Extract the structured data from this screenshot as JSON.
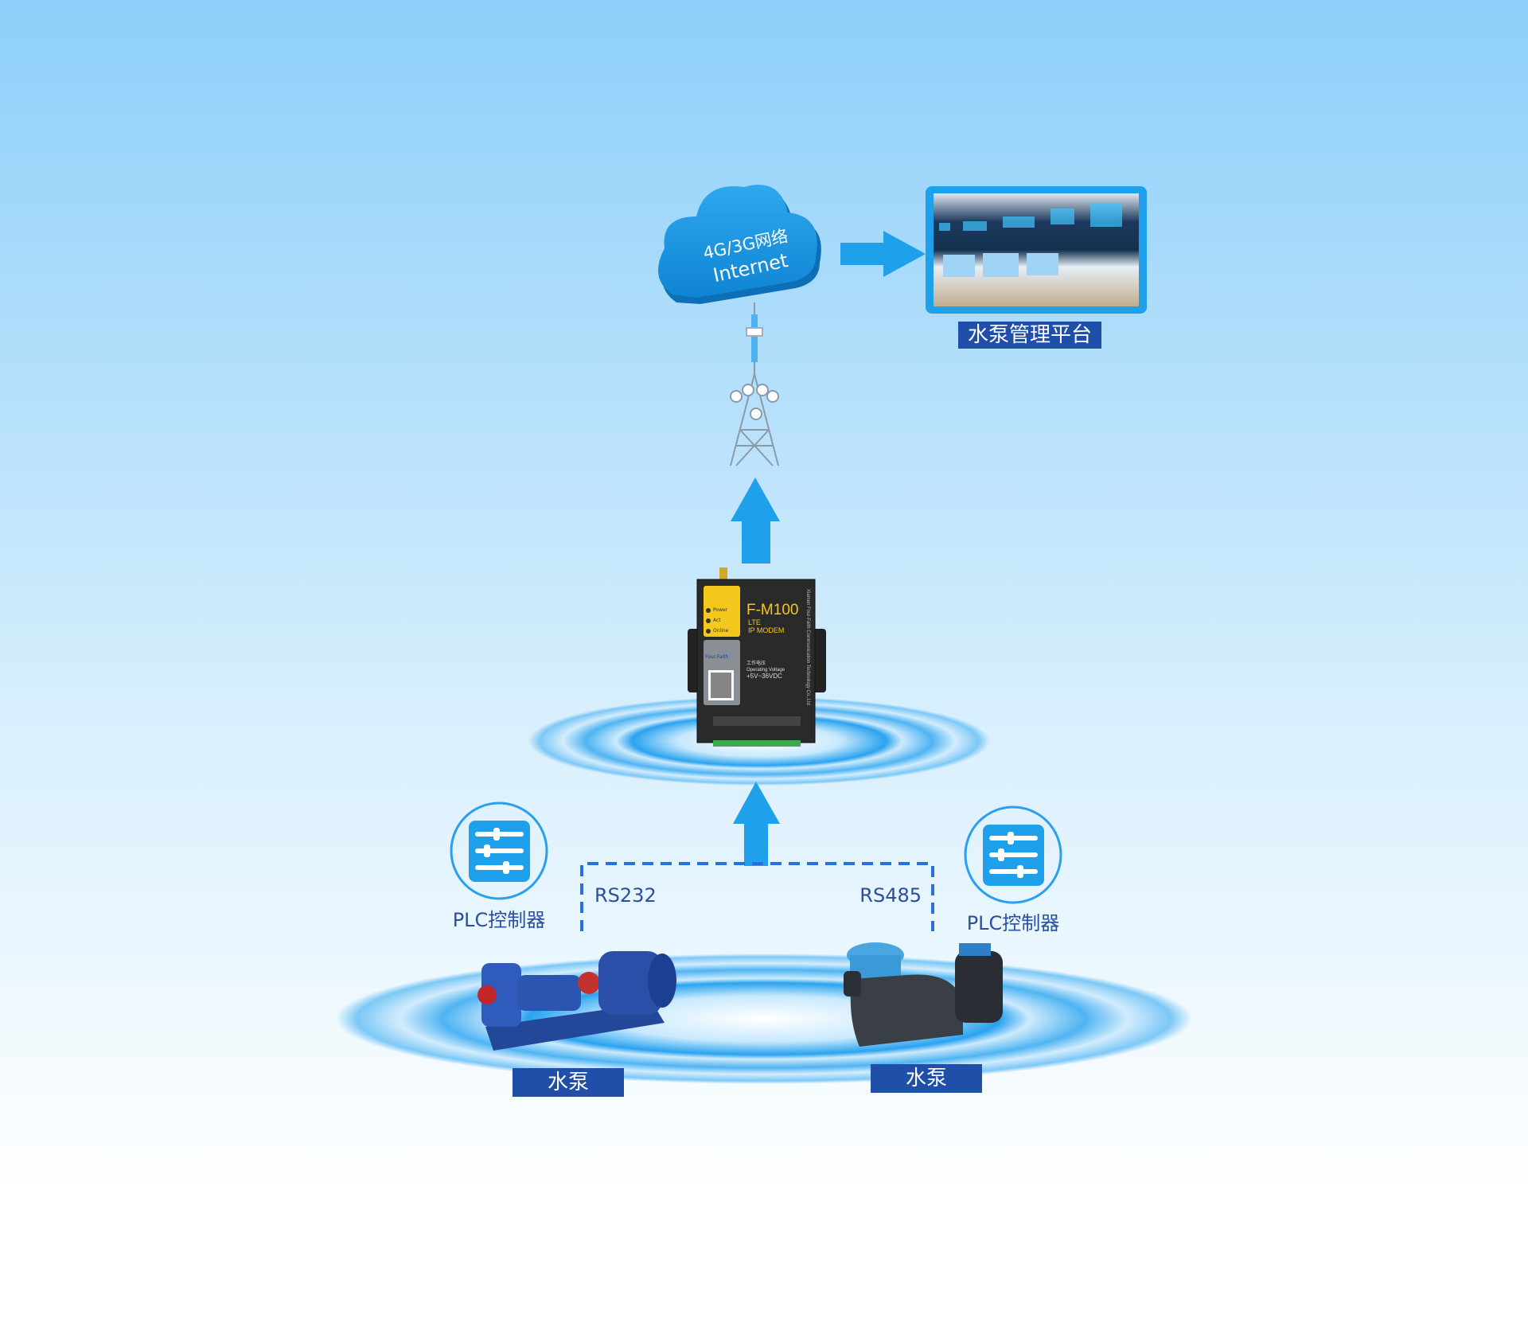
{
  "cloud": {
    "line1": "4G/3G网络",
    "line2": "Internet"
  },
  "platform": {
    "label": "水泵管理平台"
  },
  "modem": {
    "model": "F-M100",
    "type_line1": "LTE",
    "type_line2": "IP MODEM",
    "leds": [
      "Power",
      "Act",
      "Online"
    ],
    "brand": "Four-Faith",
    "voltage_cn": "工作电压",
    "voltage_en": "Operating Voltage",
    "voltage_value": "+5V~36VDC",
    "manufacturer": "Xiamen Four-Faith Communication Technology Co.,Ltd"
  },
  "links": {
    "left": "RS232",
    "right": "RS485"
  },
  "plc": {
    "left_label": "PLC控制器",
    "right_label": "PLC控制器"
  },
  "pumps": {
    "left_label": "水泵",
    "right_label": "水泵"
  },
  "colors": {
    "arrow": "#1ea0ea",
    "label_bg": "#1f4fa8",
    "dash": "#2a6fdc",
    "text": "#2a4f9e"
  }
}
